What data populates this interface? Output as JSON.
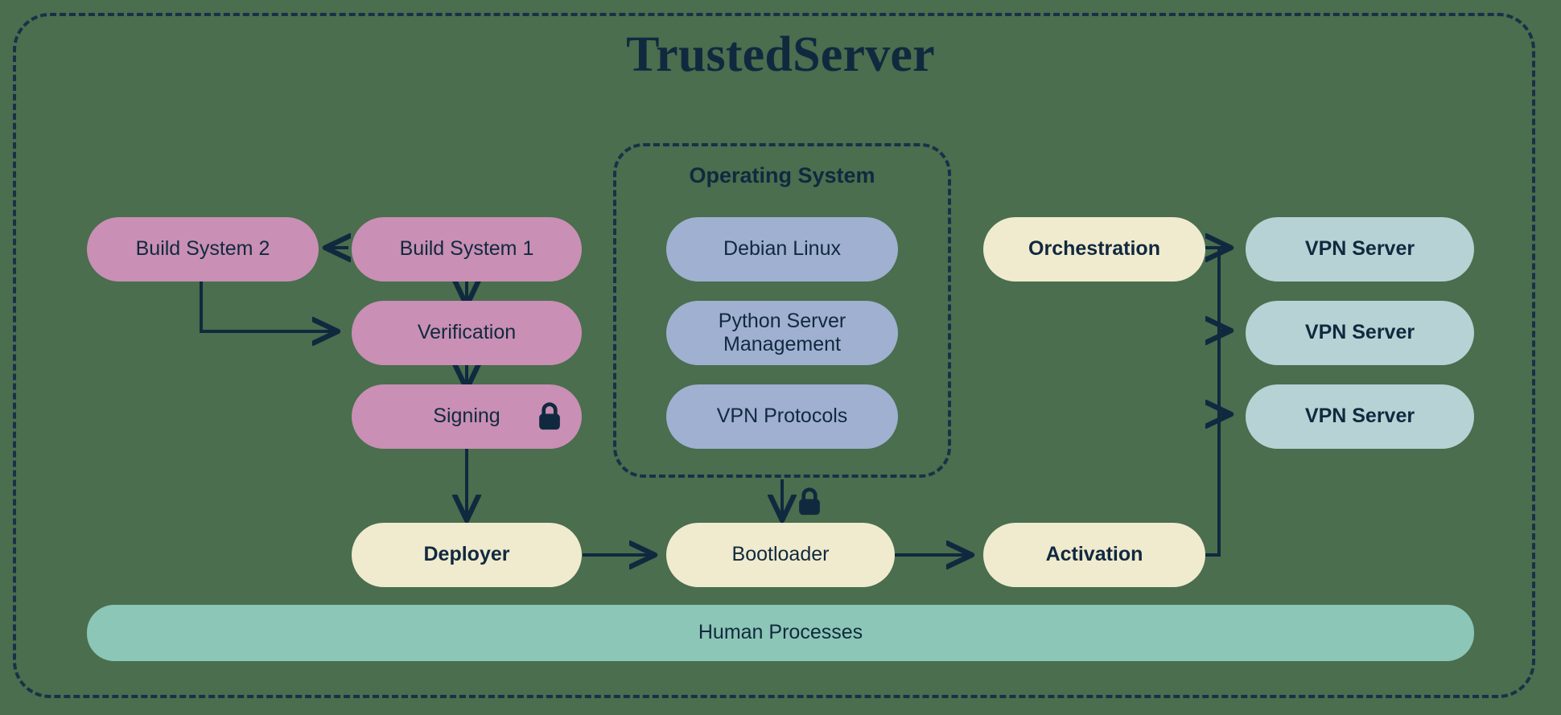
{
  "diagram": {
    "title": "TrustedServer",
    "background_color": "#4a6e4e",
    "boundary_color": "#1b3048",
    "text_color": "#11293f"
  },
  "build_pipeline": {
    "color": "#c98fb4",
    "nodes": [
      {
        "id": "build-system-2",
        "label": "Build System 2"
      },
      {
        "id": "build-system-1",
        "label": "Build System 1"
      },
      {
        "id": "verification",
        "label": "Verification"
      },
      {
        "id": "signing",
        "label": "Signing",
        "icon": "lock-icon"
      }
    ]
  },
  "operating_system": {
    "title": "Operating System",
    "color": "#9fb0d0",
    "components": [
      {
        "id": "debian-linux",
        "label": "Debian Linux"
      },
      {
        "id": "python-server-management",
        "label": "Python Server\nManagement",
        "line1": "Python Server",
        "line2": "Management"
      },
      {
        "id": "vpn-protocols",
        "label": "VPN Protocols"
      }
    ]
  },
  "deployment": {
    "color": "#f0ebce",
    "nodes": [
      {
        "id": "deployer",
        "label": "Deployer"
      },
      {
        "id": "bootloader",
        "label": "Bootloader",
        "icon": "lock-icon"
      },
      {
        "id": "activation",
        "label": "Activation"
      },
      {
        "id": "orchestration",
        "label": "Orchestration"
      }
    ]
  },
  "fleet": {
    "color": "#b6d2d4",
    "servers": [
      {
        "id": "vpn-server-1",
        "label": "VPN Server"
      },
      {
        "id": "vpn-server-2",
        "label": "VPN Server"
      },
      {
        "id": "vpn-server-3",
        "label": "VPN Server"
      }
    ]
  },
  "human_processes": {
    "label": "Human Processes",
    "color": "#8cc6b6"
  }
}
